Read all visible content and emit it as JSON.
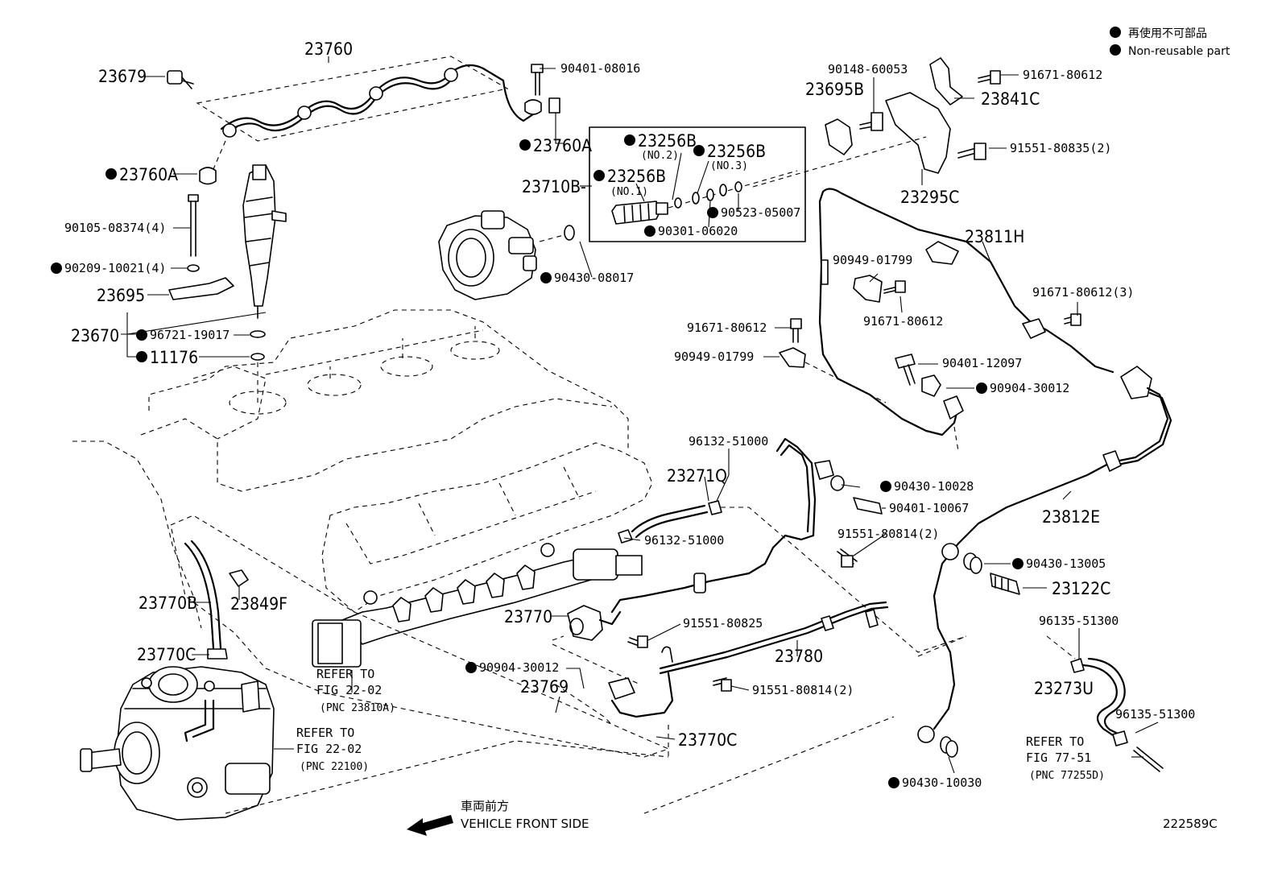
{
  "legend": {
    "nonreusable_jp": "再使用不可部品",
    "nonreusable_en": "Non-reusable part"
  },
  "labels": {
    "p23760": "23760",
    "p23679": "23679",
    "p90401_08016": "90401-08016",
    "p23760A_top": "23760A",
    "p23760A_left": "23760A",
    "p90105_08374": "90105-08374(4)",
    "p90209_10021": "90209-10021(4)",
    "p23695": "23695",
    "p23670": "23670",
    "p96721_19017": "96721-19017",
    "p11176": "11176",
    "p23710B": "23710B-",
    "p23256B_no2": "23256B",
    "no2": "(NO.2)",
    "p23256B_no3": "23256B",
    "no3": "(NO.3)",
    "p23256B_no1": "23256B",
    "no1": "(NO.1)",
    "p90523_05007": "90523-05007",
    "p90301_06020": "90301-06020",
    "p90430_08017": "90430-08017",
    "p90148_60053": "90148-60053",
    "p23695B": "23695B",
    "p91671_80612_a": "91671-80612",
    "p23841C": "23841C",
    "p91551_80835": "91551-80835(2)",
    "p23295C": "23295C",
    "p23811H": "23811H",
    "p90949_01799_a": "90949-01799",
    "p91671_80612_b": "91671-80612",
    "p91671_80612_3": "91671-80612(3)",
    "p91671_80612_c": "91671-80612",
    "p90949_01799_b": "90949-01799",
    "p90401_12097": "90401-12097",
    "p90904_30012_a": "90904-30012",
    "p96132_51000_a": "96132-51000",
    "p23271Q": "23271Q",
    "p90430_10028": "90430-10028",
    "p90401_10067": "90401-10067",
    "p96132_51000_b": "96132-51000",
    "p91551_80814_a": "91551-80814(2)",
    "p23812E": "23812E",
    "p90430_13005": "90430-13005",
    "p23122C": "23122C",
    "p96135_51300_a": "96135-51300",
    "p23273U": "23273U",
    "p96135_51300_b": "96135-51300",
    "p23770B": "23770B",
    "p23849F": "23849F",
    "p23770C_left": "23770C",
    "p23770": "23770",
    "p91551_80825": "91551-80825",
    "p23780": "23780",
    "p90904_30012_b": "90904-30012",
    "p23769": "23769",
    "p91551_80814_b": "91551-80814(2)",
    "p23770C_bottom": "23770C",
    "p90430_10030": "90430-10030"
  },
  "refs": {
    "ref1_line1": "REFER TO",
    "ref1_line2": "FIG 22-02",
    "ref1_line3": "(PNC 23810A)",
    "ref2_line1": "REFER TO",
    "ref2_line2": "FIG 22-02",
    "ref2_line3": "(PNC 22100)",
    "ref3_line1": "REFER TO",
    "ref3_line2": "FIG 77-51",
    "ref3_line3": "(PNC 77255D)"
  },
  "footer": {
    "front_jp": "車両前方",
    "front_en": "VEHICLE FRONT SIDE",
    "figure_id": "222589C"
  }
}
